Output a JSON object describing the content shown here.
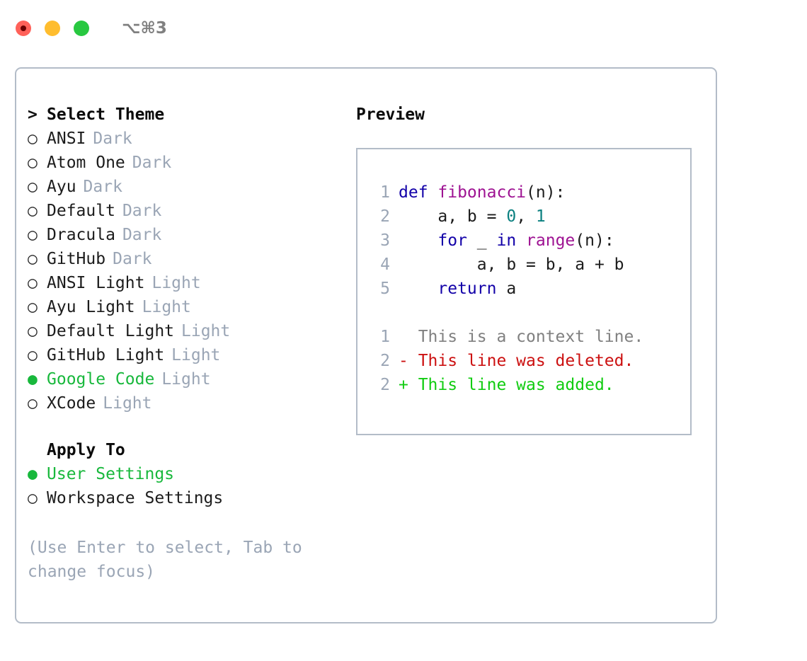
{
  "window": {
    "shortcut": "⌥⌘3",
    "traffic_lights": [
      {
        "name": "close",
        "color": "#ff6159"
      },
      {
        "name": "minimize",
        "color": "#ffbd2e"
      },
      {
        "name": "zoom",
        "color": "#28c840"
      }
    ]
  },
  "theme_picker": {
    "header_marker": ">",
    "header_label": "Select Theme",
    "marker_unselected": "○",
    "marker_selected": "●",
    "items": [
      {
        "label": "ANSI",
        "suffix": "Dark",
        "selected": false
      },
      {
        "label": "Atom One",
        "suffix": "Dark",
        "selected": false
      },
      {
        "label": "Ayu",
        "suffix": "Dark",
        "selected": false
      },
      {
        "label": "Default",
        "suffix": "Dark",
        "selected": false
      },
      {
        "label": "Dracula",
        "suffix": "Dark",
        "selected": false
      },
      {
        "label": "GitHub",
        "suffix": "Dark",
        "selected": false
      },
      {
        "label": "ANSI Light",
        "suffix": "Light",
        "selected": false
      },
      {
        "label": "Ayu Light",
        "suffix": "Light",
        "selected": false
      },
      {
        "label": "Default Light",
        "suffix": "Light",
        "selected": false
      },
      {
        "label": "GitHub Light",
        "suffix": "Light",
        "selected": false
      },
      {
        "label": "Google Code",
        "suffix": "Light",
        "selected": true
      },
      {
        "label": "XCode",
        "suffix": "Light",
        "selected": false
      }
    ]
  },
  "apply_to": {
    "header_label": "Apply To",
    "items": [
      {
        "label": "User Settings",
        "selected": true
      },
      {
        "label": "Workspace Settings",
        "selected": false
      }
    ]
  },
  "hint": {
    "text": "(Use Enter to select, Tab to change focus)"
  },
  "preview": {
    "title": "Preview",
    "code_lines": [
      {
        "no": "1",
        "tokens": [
          {
            "t": "def ",
            "c": "kw"
          },
          {
            "t": "fibonacci",
            "c": "fn"
          },
          {
            "t": "(n):",
            "c": "txt"
          }
        ]
      },
      {
        "no": "2",
        "tokens": [
          {
            "t": "    a, b = ",
            "c": "txt"
          },
          {
            "t": "0",
            "c": "num"
          },
          {
            "t": ", ",
            "c": "txt"
          },
          {
            "t": "1",
            "c": "num"
          }
        ]
      },
      {
        "no": "3",
        "tokens": [
          {
            "t": "    ",
            "c": "txt"
          },
          {
            "t": "for",
            "c": "kw"
          },
          {
            "t": " _ ",
            "c": "txt"
          },
          {
            "t": "in",
            "c": "kw"
          },
          {
            "t": " ",
            "c": "txt"
          },
          {
            "t": "range",
            "c": "fn"
          },
          {
            "t": "(n):",
            "c": "txt"
          }
        ]
      },
      {
        "no": "4",
        "tokens": [
          {
            "t": "        a, b = b, a + b",
            "c": "txt"
          }
        ]
      },
      {
        "no": "5",
        "tokens": [
          {
            "t": "    ",
            "c": "txt"
          },
          {
            "t": "return",
            "c": "kw"
          },
          {
            "t": " a",
            "c": "txt"
          }
        ]
      }
    ],
    "diff_lines": [
      {
        "no": "1",
        "kind": "ctx",
        "text": "  This is a context line."
      },
      {
        "no": "2",
        "kind": "del",
        "text": "- This line was deleted."
      },
      {
        "no": "2",
        "kind": "add",
        "text": "+ This line was added."
      }
    ]
  },
  "colors": {
    "accent_green": "#18b83c",
    "muted": "#9aa5b5",
    "border": "#b3bcc8",
    "keyword": "#1200a8",
    "function": "#9e1292",
    "number": "#0b8080",
    "diff_deleted": "#cc1111",
    "diff_added": "#11cc11",
    "diff_context": "#808080"
  }
}
